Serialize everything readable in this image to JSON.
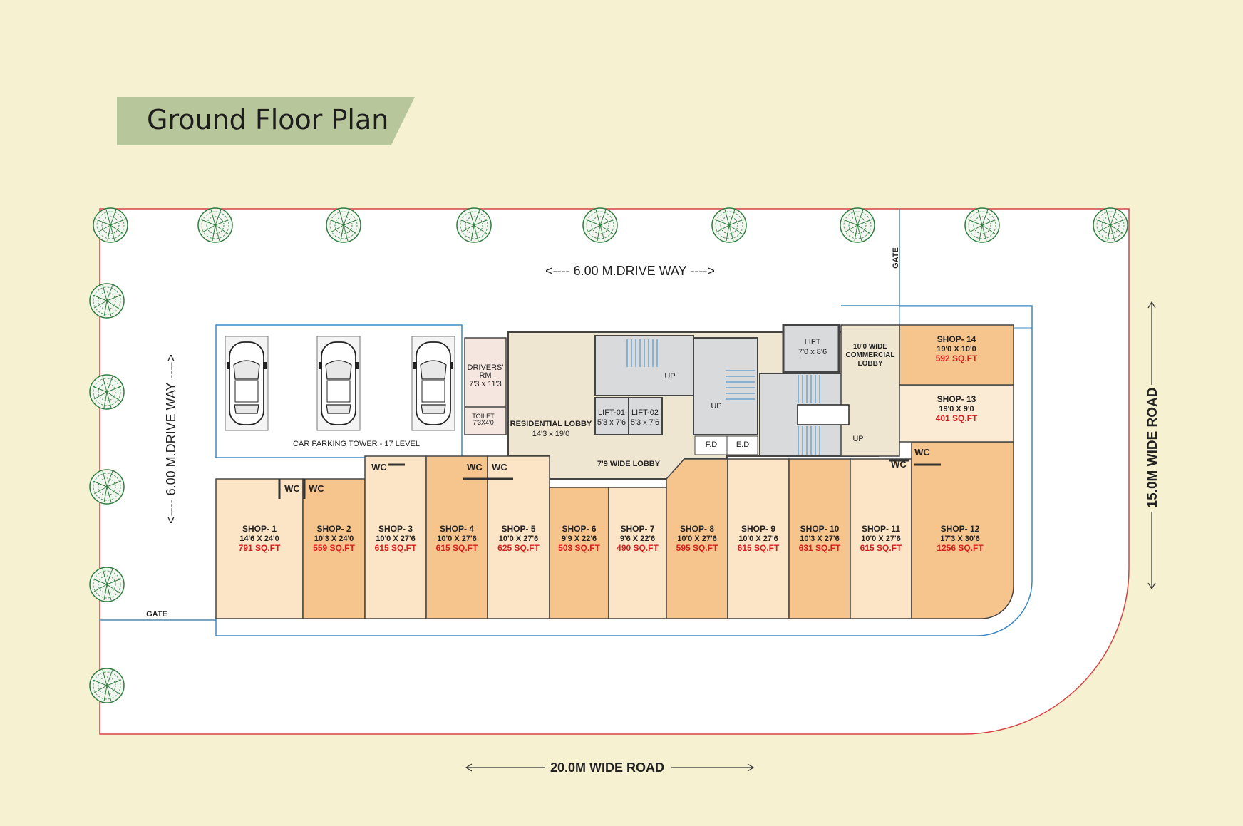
{
  "title": "Ground Floor Plan",
  "drive_way_top": "<---- 6.00 M.DRIVE WAY ---->",
  "drive_way_left": "<---- 6.00 M.DRIVE WAY ---->",
  "road_bottom": "20.0M WIDE ROAD",
  "road_right": "15.0M WIDE ROAD",
  "gate_top": "GATE",
  "gate_left": "GATE",
  "car_parking": "CAR PARKING TOWER - 17 LEVEL",
  "drivers_room": [
    "DRIVERS'",
    "RM",
    "7'3 x 11'3"
  ],
  "toilet": [
    "TOILET",
    "7'3X4'0"
  ],
  "residential_lobby": [
    "RESIDENTIAL LOBBY",
    "14'3 x 19'0"
  ],
  "wide_lobby": "7'9 WIDE LOBBY",
  "lift_01": [
    "LIFT-01",
    "5'3 x 7'6"
  ],
  "lift_02": [
    "LIFT-02",
    "5'3 x 7'6"
  ],
  "lift": [
    "LIFT",
    "7'0 x 8'6"
  ],
  "commercial_lobby": [
    "10'0 WIDE",
    "COMMERCIAL",
    "LOBBY"
  ],
  "fd": "F.D",
  "ed": "E.D",
  "up": "UP",
  "wc": "WC",
  "shops": [
    {
      "name": "SHOP- 1",
      "dim": "14'6 X 24'0",
      "area": "791 SQ.FT"
    },
    {
      "name": "SHOP- 2",
      "dim": "10'3 X 24'0",
      "area": "559 SQ.FT"
    },
    {
      "name": "SHOP- 3",
      "dim": "10'0 X 27'6",
      "area": "615 SQ.FT"
    },
    {
      "name": "SHOP- 4",
      "dim": "10'0 X 27'6",
      "area": "615 SQ.FT"
    },
    {
      "name": "SHOP- 5",
      "dim": "10'0 X 27'6",
      "area": "625 SQ.FT"
    },
    {
      "name": "SHOP- 6",
      "dim": "9'9 X 22'6",
      "area": "503 SQ.FT"
    },
    {
      "name": "SHOP- 7",
      "dim": "9'6 X 22'6",
      "area": "490 SQ.FT"
    },
    {
      "name": "SHOP- 8",
      "dim": "10'0 X 27'6",
      "area": "595 SQ.FT"
    },
    {
      "name": "SHOP- 9",
      "dim": "10'0 X 27'6",
      "area": "615 SQ.FT"
    },
    {
      "name": "SHOP- 10",
      "dim": "10'3 X 27'6",
      "area": "631 SQ.FT"
    },
    {
      "name": "SHOP- 11",
      "dim": "10'0 X 27'6",
      "area": "615 SQ.FT"
    },
    {
      "name": "SHOP- 12",
      "dim": "17'3 X 30'6",
      "area": "1256 SQ.FT"
    },
    {
      "name": "SHOP- 13",
      "dim": "19'0 X 9'0",
      "area": "401 SQ.FT"
    },
    {
      "name": "SHOP- 14",
      "dim": "19'0 X 10'0",
      "area": "592 SQ.FT"
    }
  ]
}
